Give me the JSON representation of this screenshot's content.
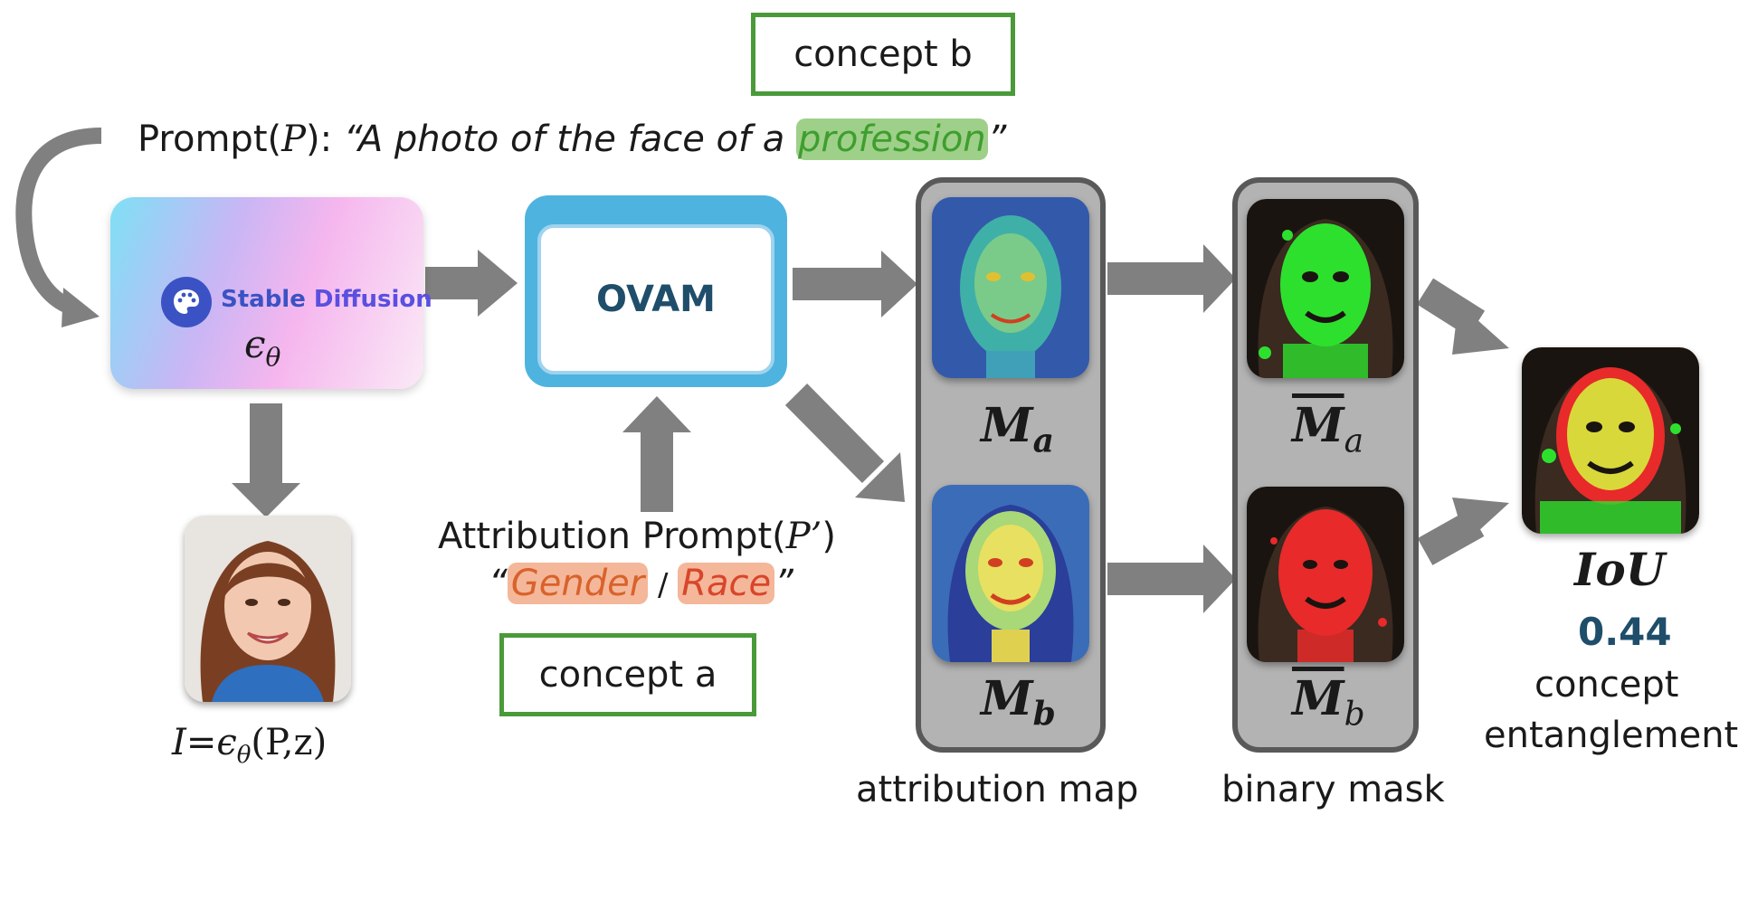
{
  "concept_b_label": "concept b",
  "concept_a_label": "concept a",
  "prompt": {
    "prefix": "Prompt(",
    "symbol": "P",
    "colon": "):",
    "quote_text": "“A photo of the face of a ",
    "highlight": "profession",
    "close_quote": "”"
  },
  "stable_diffusion": {
    "brand_first": "Stable ",
    "brand_second": "Diffusion",
    "epsilon": "ϵ",
    "theta": "θ"
  },
  "ovam_label": "OVAM",
  "generated_image_caption": {
    "i": "I",
    "eq": "=",
    "epsilon": "ϵ",
    "theta": "θ",
    "args": "(P,z)"
  },
  "attribution_prompt": {
    "line1": "Attribution Prompt(",
    "symbol": "P’",
    "close": ")",
    "open_quote": "“",
    "gender": "Gender",
    "sep": " / ",
    "race": "Race",
    "close_quote": "”"
  },
  "maps": {
    "a_letter": "M",
    "a_sub": "a",
    "b_letter": "M",
    "b_sub": "b",
    "caption": "attribution map"
  },
  "masks": {
    "a_letter": "M",
    "a_sub": "a",
    "b_letter": "M",
    "b_sub": "b",
    "caption": "binary mask"
  },
  "result": {
    "metric": "IoU",
    "value": "0.44",
    "caption_line1": "concept",
    "caption_line2": "entanglement"
  },
  "colors": {
    "concept_border": "#4a9a3a",
    "arrow": "#808080",
    "ovam_blue": "#4fb3e0",
    "ovam_text": "#1f4e6b",
    "value_text": "#1f4e6b",
    "profession_text": "#3f9e2e",
    "gender_text": "#d9622b",
    "race_text": "#d9452b"
  }
}
